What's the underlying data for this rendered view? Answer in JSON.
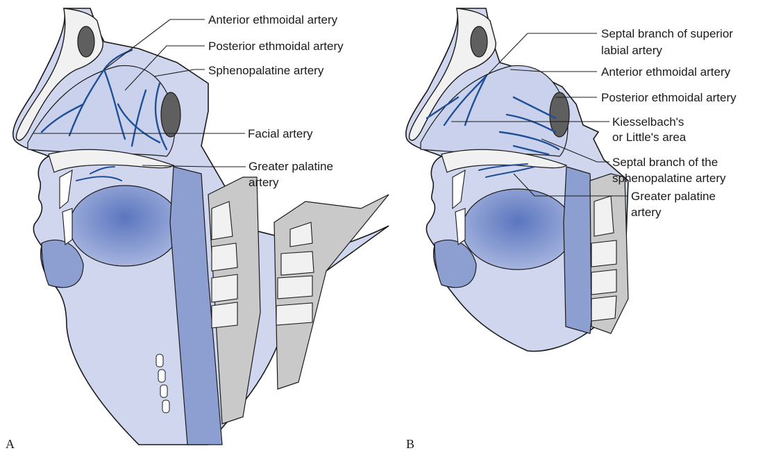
{
  "panels": [
    {
      "letter": "A",
      "labels": [
        {
          "lines": [
            "Anterior ethmoidal artery"
          ]
        },
        {
          "lines": [
            "Posterior ethmoidal artery"
          ]
        },
        {
          "lines": [
            "Sphenopalatine artery"
          ]
        },
        {
          "lines": [
            "Facial artery"
          ]
        },
        {
          "lines": [
            "Greater palatine",
            "artery"
          ]
        }
      ]
    },
    {
      "letter": "B",
      "labels": [
        {
          "lines": [
            "Septal branch of superior",
            "labial artery"
          ]
        },
        {
          "lines": [
            "Anterior ethmoidal artery"
          ]
        },
        {
          "lines": [
            "Posterior ethmoidal artery"
          ]
        },
        {
          "lines": [
            "Kiesselbach's",
            "or Little's area"
          ]
        },
        {
          "lines": [
            "Septal branch of the",
            "sphenopalatine artery"
          ]
        },
        {
          "lines": [
            "Greater palatine",
            "artery"
          ]
        }
      ]
    }
  ],
  "colors": {
    "artery": "#1f4f96",
    "tissue_light": "#cfd6ee",
    "tissue_mid": "#8d9ed0",
    "tissue_dark": "#5e79bd",
    "bone": "#f1f1f1",
    "spine_gray": "#c9c9c9",
    "sinus_dark": "#5f5f5f"
  }
}
